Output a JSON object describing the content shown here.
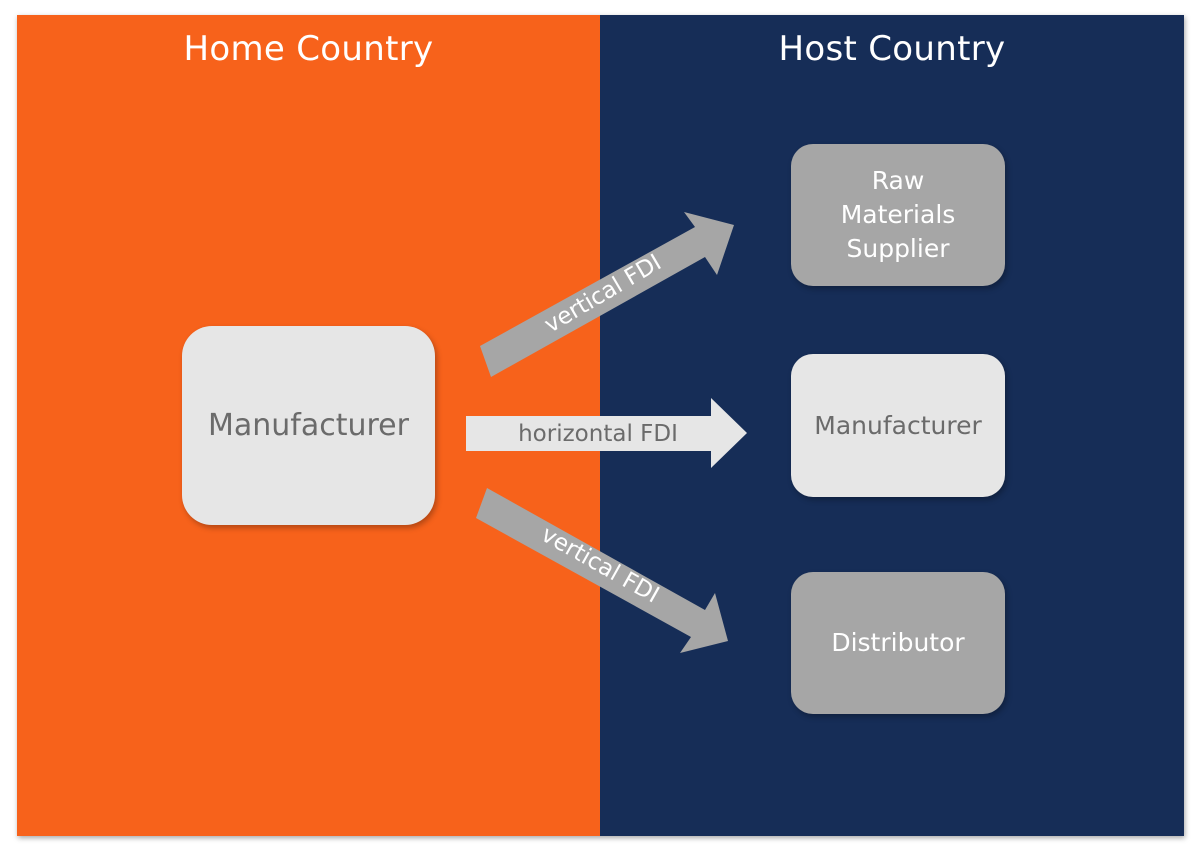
{
  "colors": {
    "home_background": "#f7621b",
    "host_background": "#162d57",
    "light_node": "#e6e6e6",
    "light_node_text": "#6b6b6b",
    "dark_node": "#a6a6a6",
    "dark_node_text": "#ffffff",
    "arrow_dark": "#a6a6a6",
    "arrow_light": "#e6e6e6",
    "arrow_text_dark": "#ffffff",
    "arrow_text_light": "#6b6b6b"
  },
  "regions": {
    "home": {
      "title": "Home Country"
    },
    "host": {
      "title": "Host Country"
    }
  },
  "nodes": {
    "home_manufacturer": {
      "label": "Manufacturer"
    },
    "raw_materials_supplier": {
      "label": "Raw\nMaterials\nSupplier"
    },
    "host_manufacturer": {
      "label": "Manufacturer"
    },
    "distributor": {
      "label": "Distributor"
    }
  },
  "arrows": {
    "upper": {
      "label": "vertical FDI",
      "target": "raw_materials_supplier"
    },
    "middle": {
      "label": "horizontal FDI",
      "target": "host_manufacturer"
    },
    "lower": {
      "label": "vertical FDI",
      "target": "distributor"
    }
  }
}
